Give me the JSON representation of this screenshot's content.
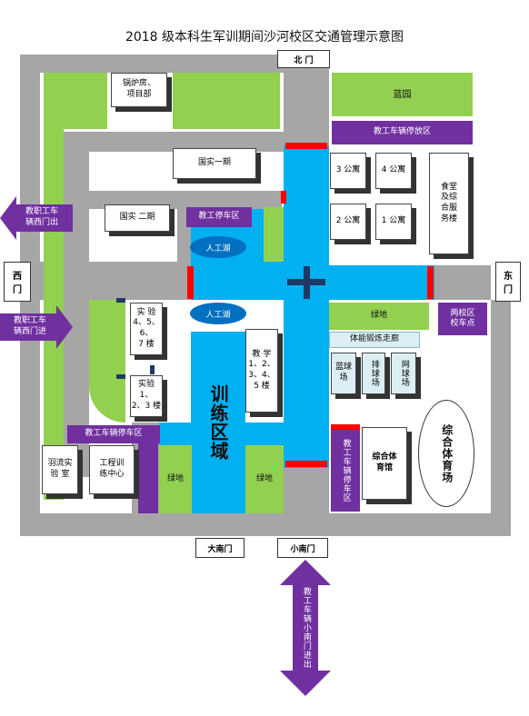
{
  "title": "2018 级本科生军训期间沙河校区交通管理示意图",
  "gates": {
    "north": "北 门",
    "west": "西\n门",
    "east": "东\n门",
    "big_south": "大南门",
    "small_south": "小南门"
  },
  "arrows": {
    "west_exit": "教职工车\n辆西门出",
    "west_enter": "教职工车\n辆西门进",
    "south": "教工车辆小南门进出"
  },
  "parking": {
    "north_east": "教工车辆停放区",
    "guoshi": "教工停车区",
    "south_west": "教工车辆停车区",
    "south_east": "教工车辆停车区",
    "two_campus": "两校区\n校车点"
  },
  "buildings": {
    "boiler": "锅炉房、\n项目部",
    "guoshi1": "国实一期",
    "guoshi2": "国实    二期",
    "lab456": "实 验\n4、5、6、\n7 楼",
    "lab123": "实验 1、\n2、3 楼",
    "teach": "教 学\n1、2、\n3、4、\n5 楼",
    "dorm3": "3 公寓",
    "dorm4": "4 公寓",
    "dorm2": "2 公寓",
    "dorm1": "1 公寓",
    "canteen": "食堂\n及综\n合服\n务楼",
    "badminton": "羽流实\n验   室",
    "engineering": "工程训\n练中心",
    "gym": "综合体\n育馆"
  },
  "areas": {
    "garden": "蓝园",
    "green_mid": "绿地",
    "green_sw": "绿地",
    "green_s": "绿地",
    "lake1": "人工湖",
    "lake2": "人工湖",
    "fitness": "体能锻炼走廊",
    "basketball": "蓝球场",
    "volleyball": "排球场",
    "tennis": "网球场",
    "stadium": "综合体育场",
    "training": "训练区域"
  },
  "colors": {
    "road": "#a6a6a6",
    "water": "#00b0f0",
    "green": "#92d050",
    "purple": "#7030a0",
    "lake": "#0070c0",
    "barrier": "#ff0000"
  }
}
